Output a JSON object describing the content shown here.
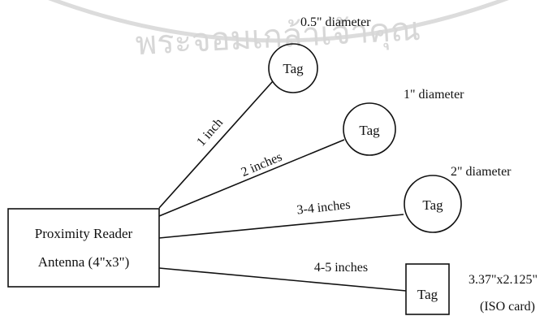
{
  "watermark": {
    "text": "พระจอมเกล้าเจ้าคุณ"
  },
  "reader": {
    "line1": "Proximity Reader",
    "line2": "Antenna (4\"x3\")"
  },
  "tags": [
    {
      "label": "Tag",
      "size": "0.5\" diameter",
      "distance": "1 inch"
    },
    {
      "label": "Tag",
      "size": "1\" diameter",
      "distance": "2 inches"
    },
    {
      "label": "Tag",
      "size": "2\" diameter",
      "distance": "3-4 inches"
    },
    {
      "label": "Tag",
      "size_line1": "3.37\"x2.125\"",
      "size_line2": "(ISO card)",
      "distance": "4-5 inches"
    }
  ]
}
